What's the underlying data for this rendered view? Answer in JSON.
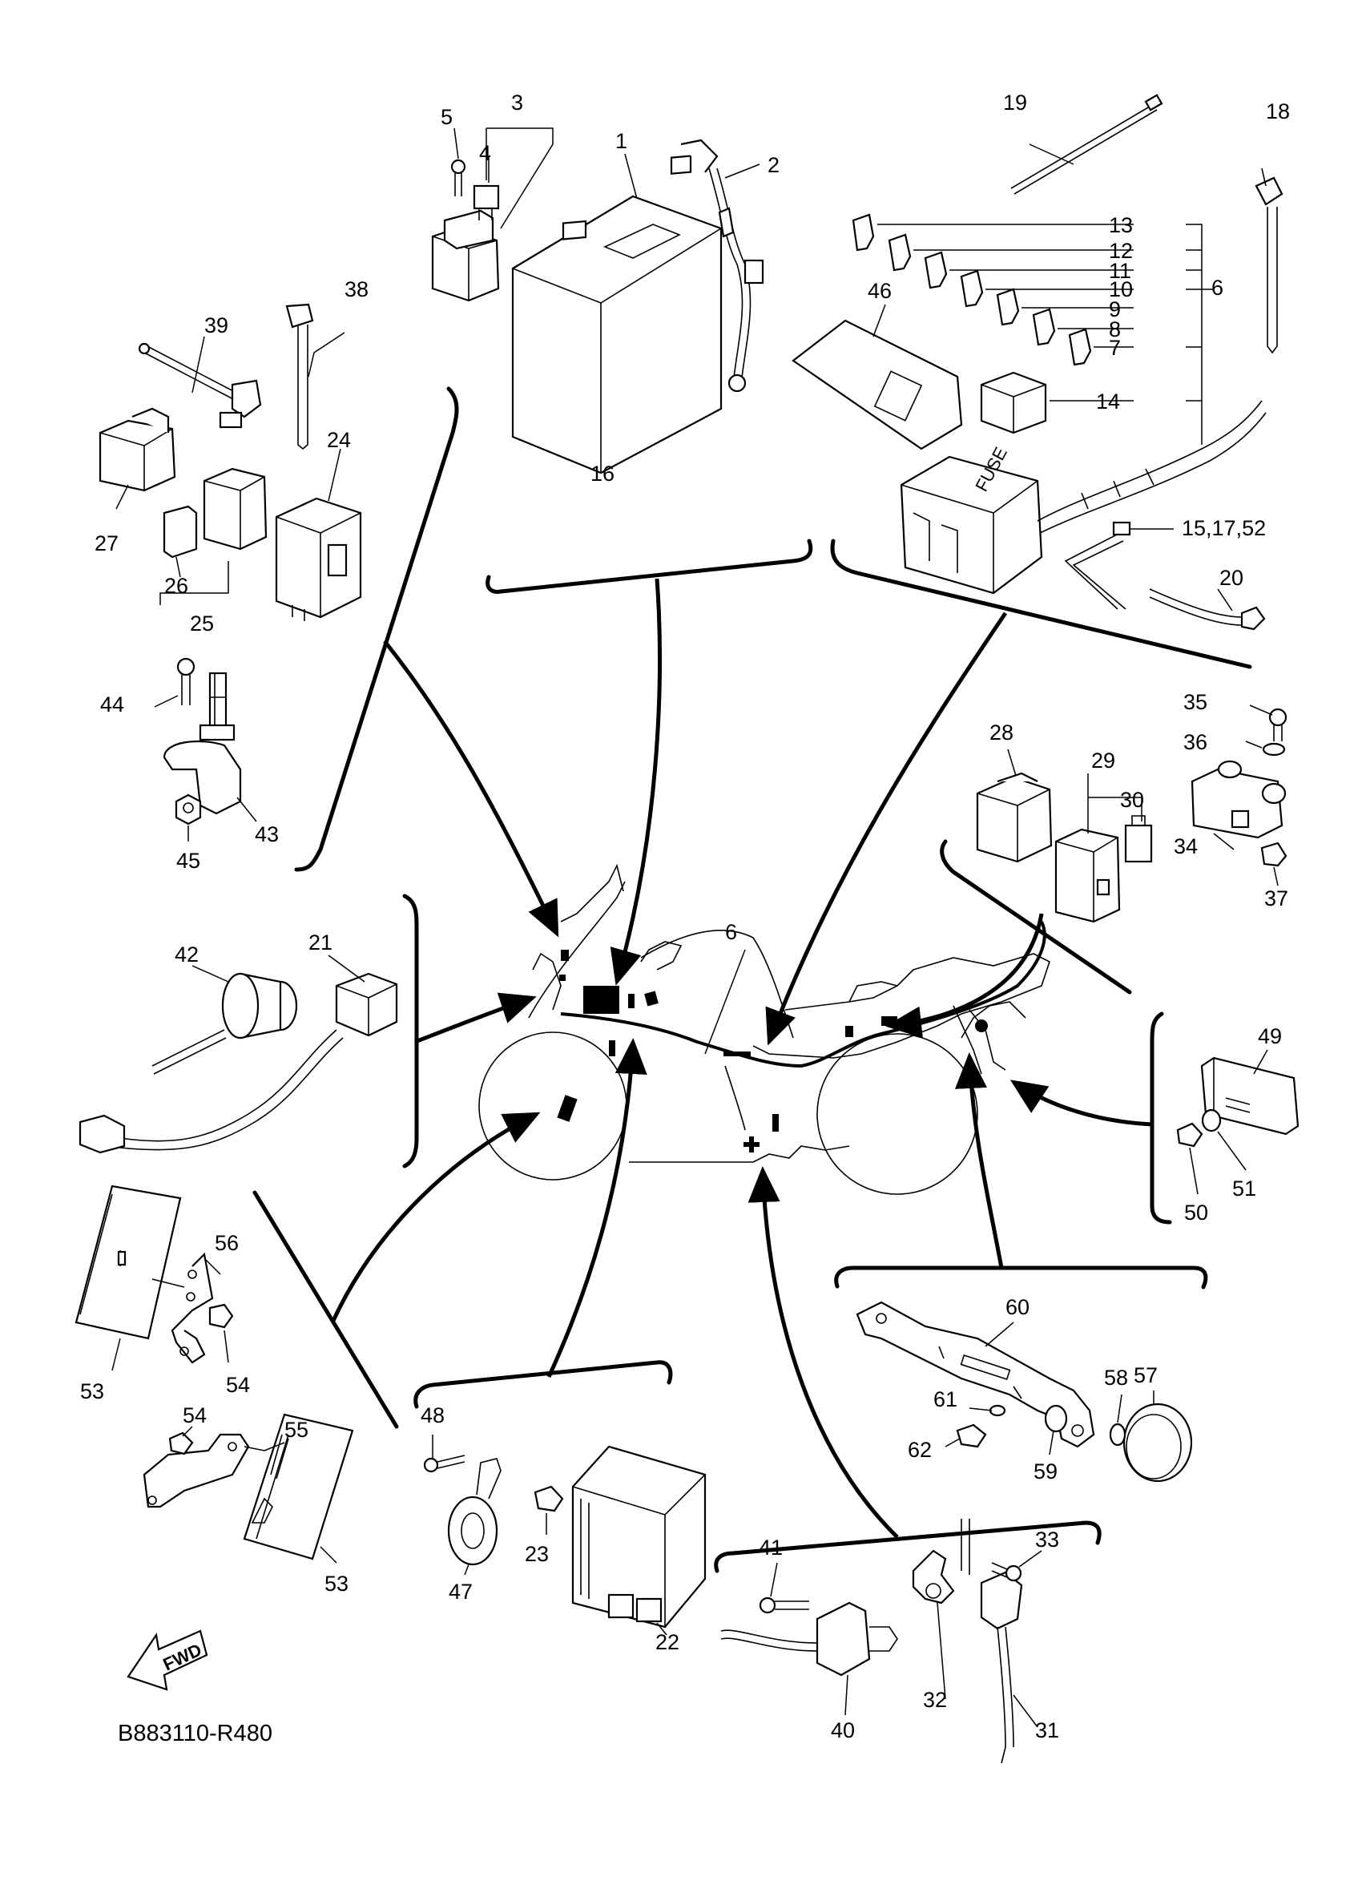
{
  "diagram": {
    "drawing_code": "B883110-R480",
    "fwd_label": "FWD",
    "fuse_box_label": "FUSE",
    "callouts": {
      "c1": "1",
      "c2": "2",
      "c3": "3",
      "c4": "4",
      "c5": "5",
      "c6": "6",
      "c6b": "6",
      "c7": "7",
      "c8": "8",
      "c9": "9",
      "c10": "10",
      "c11": "11",
      "c12": "12",
      "c13": "13",
      "c14": "14",
      "c15": "15,17,52",
      "c16": "16",
      "c18": "18",
      "c19": "19",
      "c20": "20",
      "c21": "21",
      "c22": "22",
      "c23": "23",
      "c24": "24",
      "c25": "25",
      "c26": "26",
      "c27": "27",
      "c28": "28",
      "c29": "29",
      "c30": "30",
      "c31": "31",
      "c32": "32",
      "c33": "33",
      "c34": "34",
      "c35": "35",
      "c36": "36",
      "c37": "37",
      "c38": "38",
      "c39": "39",
      "c40": "40",
      "c41": "41",
      "c42": "42",
      "c43": "43",
      "c44": "44",
      "c45": "45",
      "c46": "46",
      "c47": "47",
      "c48": "48",
      "c49": "49",
      "c50": "50",
      "c51": "51",
      "c53a": "53",
      "c53b": "53",
      "c54a": "54",
      "c54b": "54",
      "c55": "55",
      "c56": "56",
      "c57": "57",
      "c58": "58",
      "c59": "59",
      "c60": "60",
      "c61": "61",
      "c62": "62"
    }
  }
}
